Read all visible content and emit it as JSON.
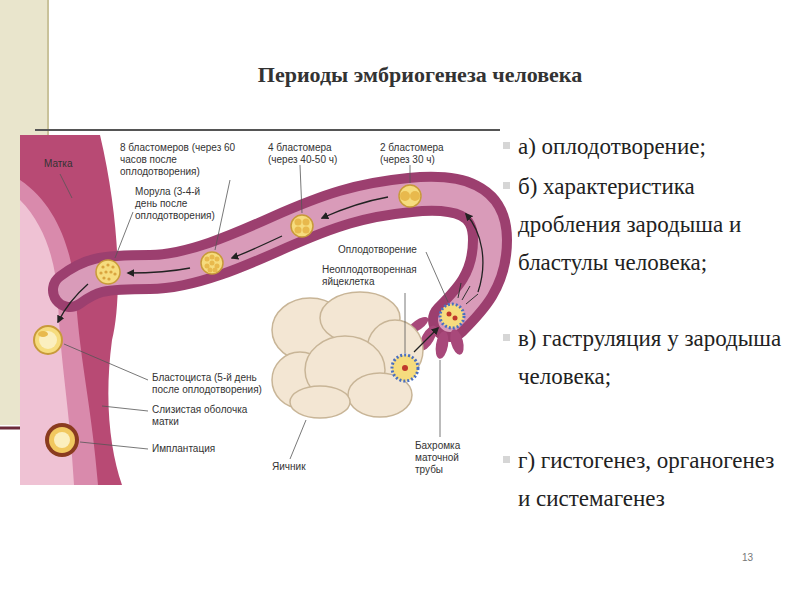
{
  "diagram": {
    "title": "Периоды эмбриогенеза человека",
    "labels": [
      "Матка",
      "8 бластомеров (через 60 часов после оплодотворения)",
      "4 бластомера (через 40-50 ч)",
      "2 бластомера (через 30 ч)",
      "Морула (3-4-й день после оплодотворения)",
      "Оплодотворение",
      "Неоплодотворенная яйцеклетка",
      "Бластоциста (5-й день после оплодотворения)",
      "Слизистая оболочка матки",
      "Имплантация",
      "Яичник",
      "Бахромка маточной трубы",
      "а) оплодотворение;",
      "б) характеристика дробления зародыша и бластулы человека;",
      "в) гаструляция у зародыша человека;",
      "г) гистогенез, органогенез и системагенез",
      "13"
    ]
  }
}
